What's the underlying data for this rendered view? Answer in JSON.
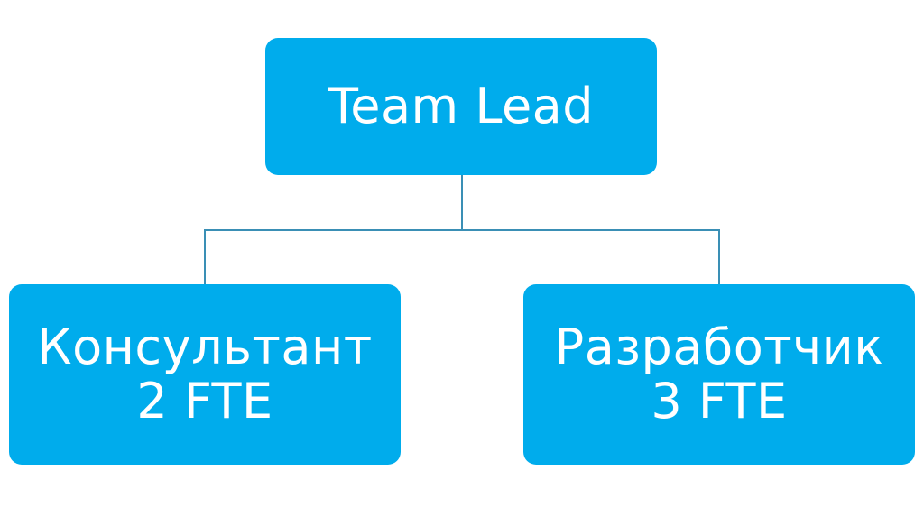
{
  "diagram": {
    "type": "org-chart",
    "colors": {
      "box_fill": "#00acec",
      "box_text": "#ffffff",
      "connector": "#3a8fb5",
      "background": "#ffffff"
    },
    "root": {
      "label": "Team Lead"
    },
    "children": [
      {
        "title": "Консультант",
        "count": "2 FTE"
      },
      {
        "title": "Разработчик",
        "count": "3 FTE"
      }
    ]
  }
}
